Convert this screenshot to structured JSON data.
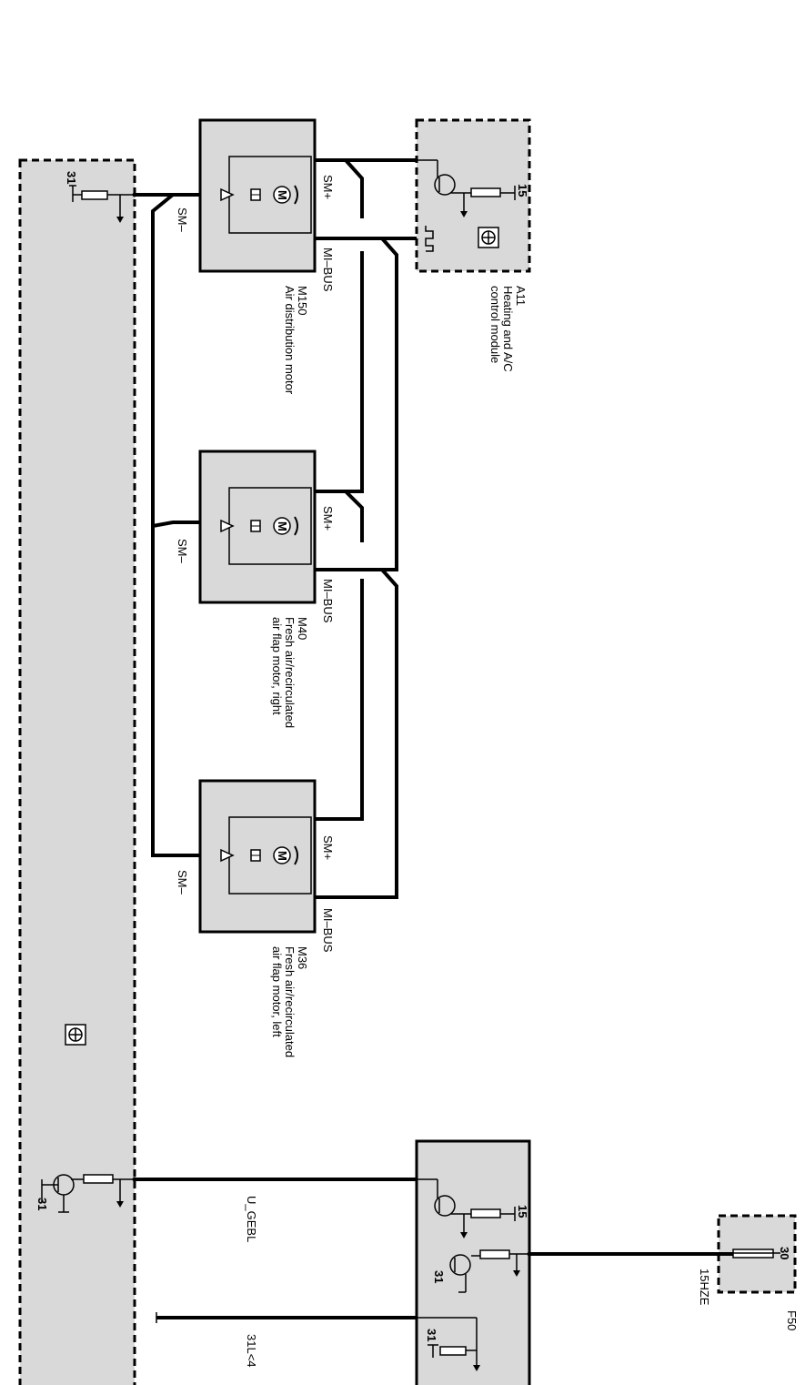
{
  "labels": {
    "sm_plus": "SM+",
    "sm_minus": "SM–",
    "mi_bus": "MI–BUS",
    "u_gebl": "U_GEBL",
    "l31": "31L<4",
    "hze": "15HZE",
    "f50": "F50",
    "m150_code": "M150",
    "m150_name": "Air distribution motor",
    "m40_code": "M40",
    "m40_name1": "Fresh air/recirculated",
    "m40_name2": "air flap motor, right",
    "m36_code": "M36",
    "m36_name1": "Fresh air/recirculated",
    "m36_name2": "air flap motor, left",
    "a11_code": "A11",
    "a11_name1": "Heating and A/C",
    "a11_name2": "control module"
  },
  "pins": {
    "p31": "31",
    "p15": "15",
    "p30": "30",
    "motor": "M"
  },
  "icons": [
    "transistor-icon",
    "motor-icon",
    "resistor-icon",
    "ground-icon",
    "pwm-signal-icon",
    "module-symbol-icon"
  ]
}
